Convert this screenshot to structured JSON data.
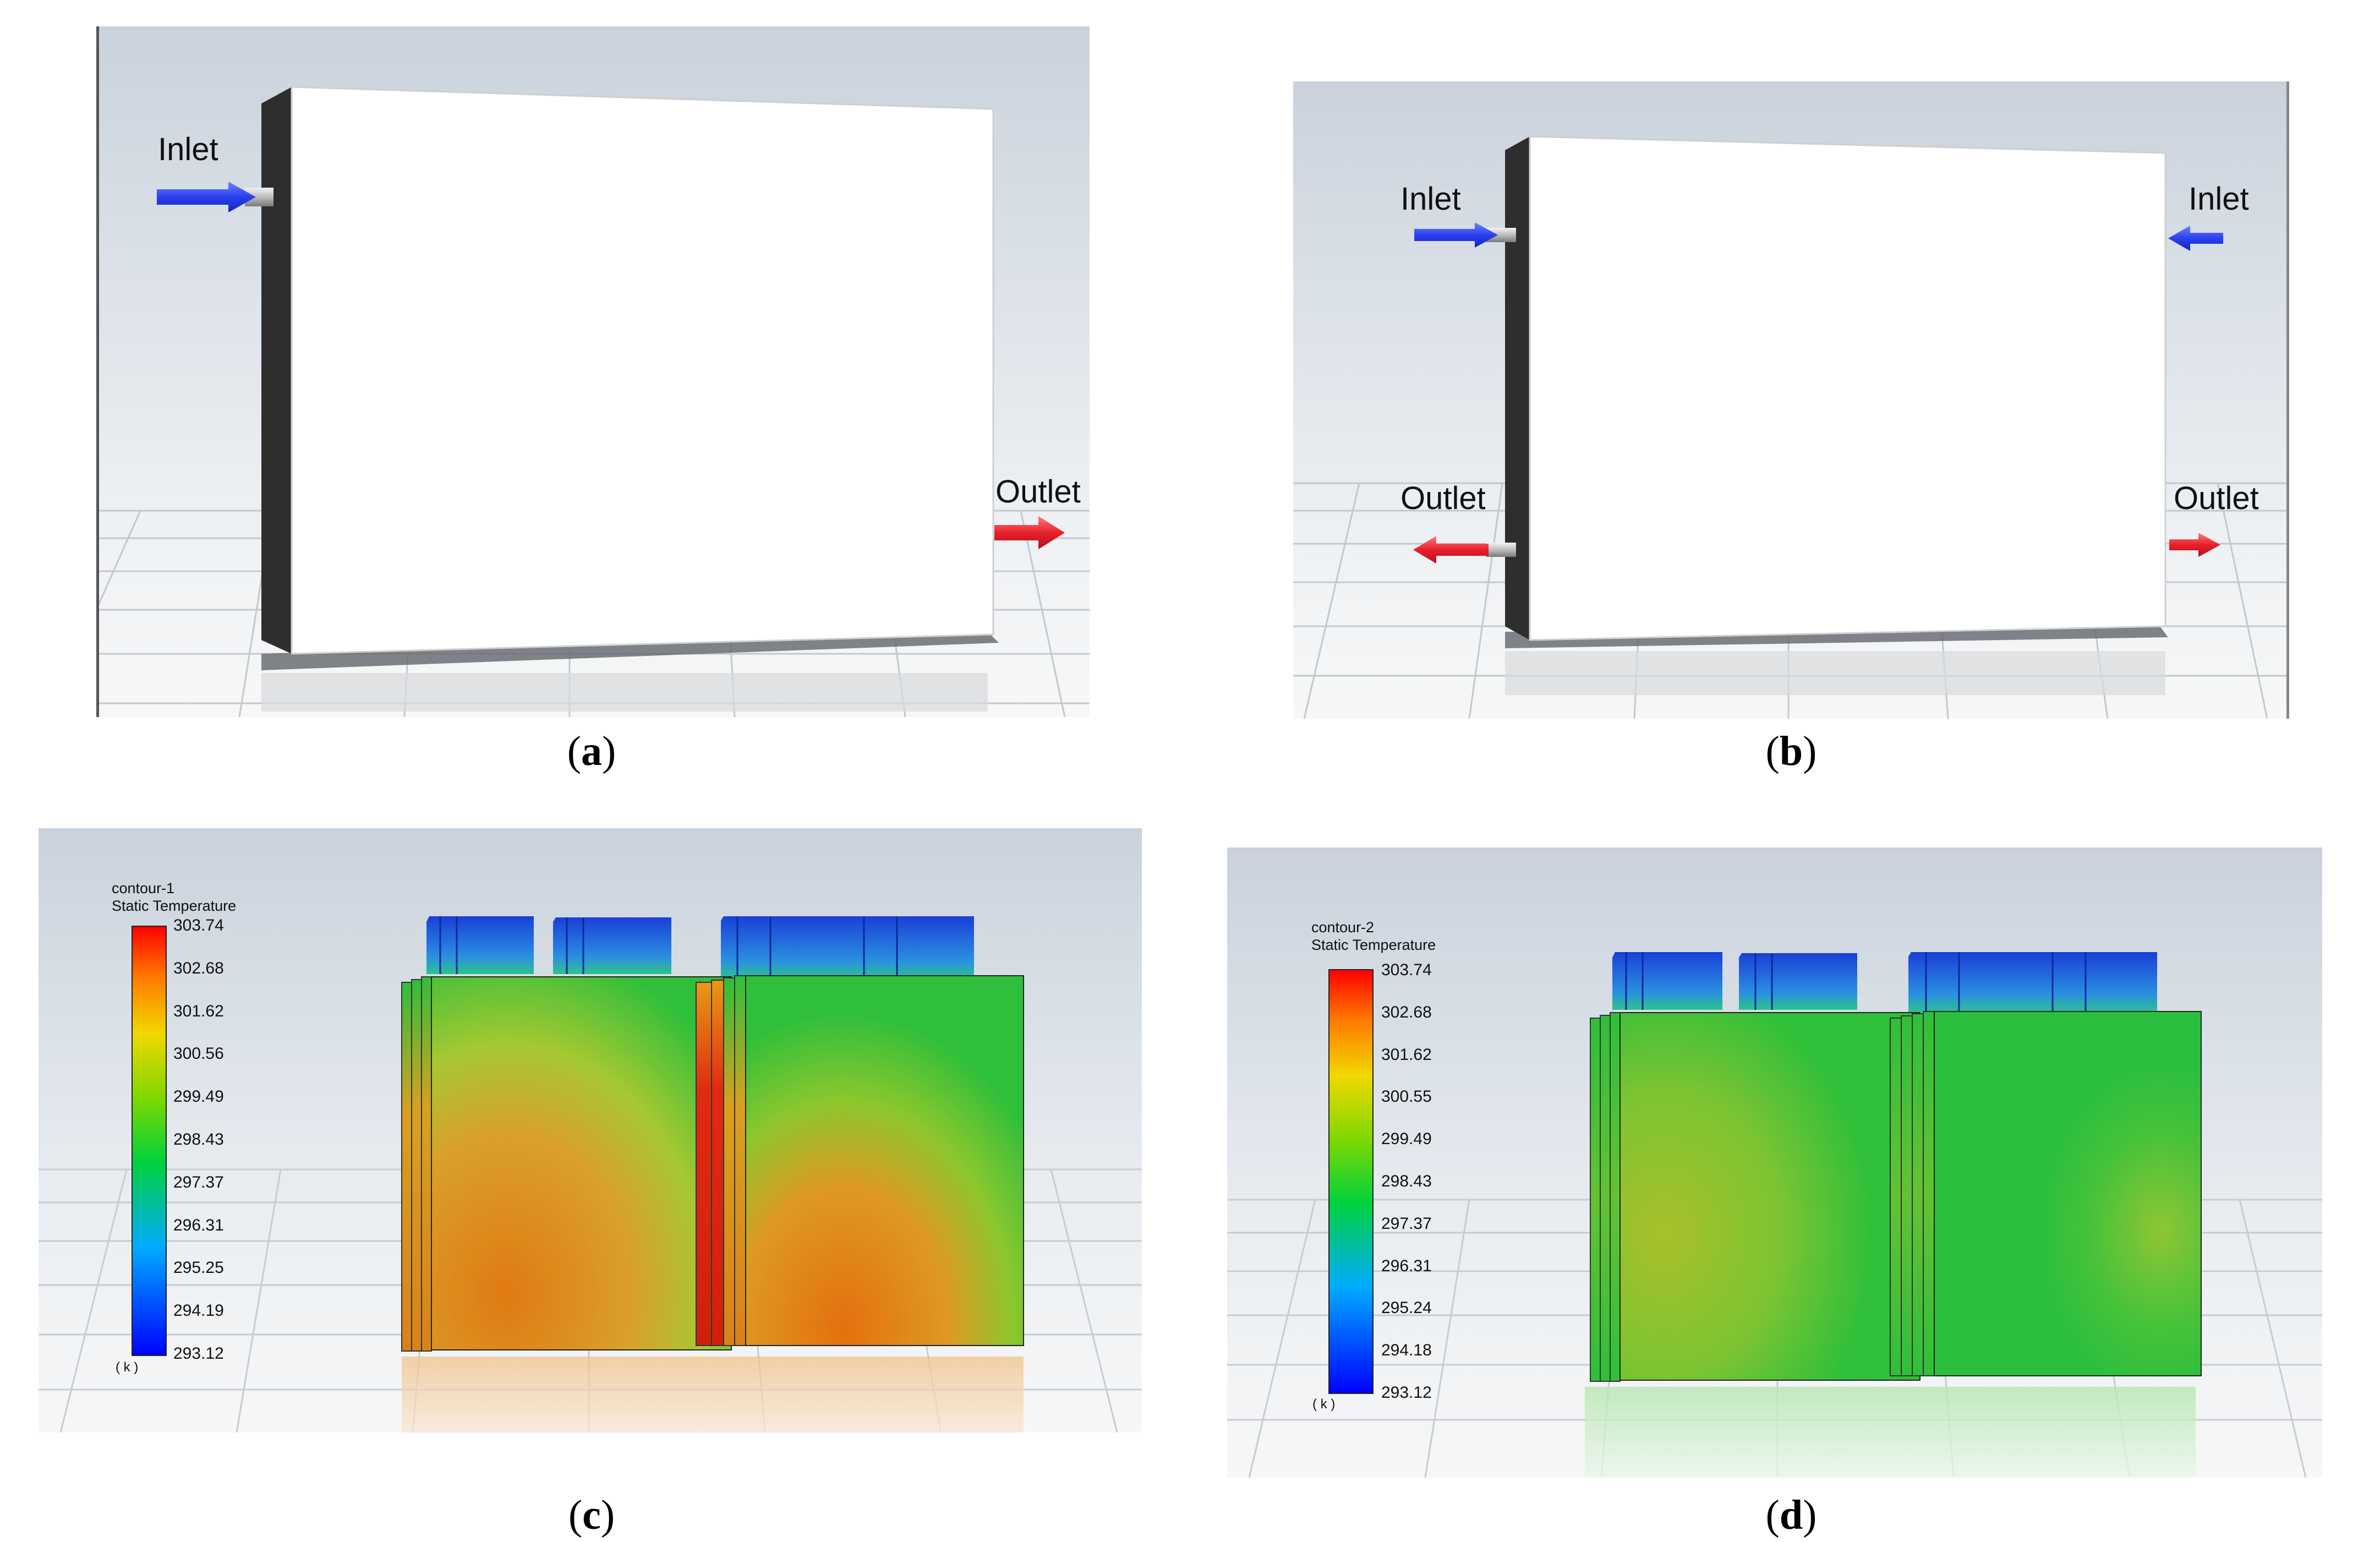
{
  "panels": {
    "a": {
      "caption": "a",
      "labels": {
        "inlet": "Inlet",
        "outlet": "Outlet"
      }
    },
    "b": {
      "caption": "b",
      "labels": {
        "inlet_left": "Inlet",
        "inlet_right": "Inlet",
        "outlet_left": "Outlet",
        "outlet_right": "Outlet"
      }
    },
    "c": {
      "caption": "c",
      "legend": {
        "name": "contour-1",
        "quantity": "Static Temperature",
        "ticks": [
          "303.74",
          "302.68",
          "301.62",
          "300.56",
          "299.49",
          "298.43",
          "297.37",
          "296.31",
          "295.25",
          "294.19",
          "293.12"
        ],
        "unit": "( k )"
      }
    },
    "d": {
      "caption": "d",
      "legend": {
        "name": "contour-2",
        "quantity": "Static Temperature",
        "ticks": [
          "303.74",
          "302.68",
          "301.62",
          "300.55",
          "299.49",
          "298.43",
          "297.37",
          "296.31",
          "295.24",
          "294.18",
          "293.12"
        ],
        "unit": "( k )"
      }
    }
  },
  "colors": {
    "inlet_arrow": "#2a3ff0",
    "outlet_arrow": "#e8202a",
    "body_face": "#ffffff",
    "body_side": "#2e2e2e",
    "contour_min": "#0000ff",
    "contour_max": "#ff0000"
  }
}
